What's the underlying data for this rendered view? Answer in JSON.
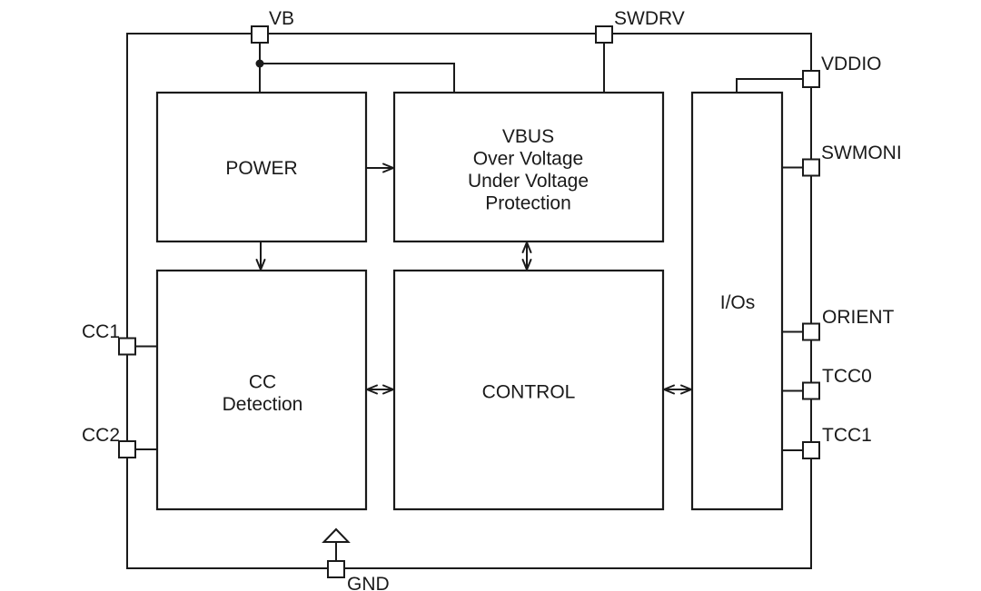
{
  "blocks": {
    "power": {
      "label": "POWER"
    },
    "vbus_protection": {
      "line1": "VBUS",
      "line2": "Over Voltage",
      "line3": "Under Voltage",
      "line4": "Protection"
    },
    "cc_detection": {
      "line1": "CC",
      "line2": "Detection"
    },
    "control": {
      "label": "CONTROL"
    },
    "ios": {
      "label": "I/Os"
    }
  },
  "pins": {
    "vb": {
      "label": "VB"
    },
    "swdrv": {
      "label": "SWDRV"
    },
    "vddio": {
      "label": "VDDIO"
    },
    "swmoni": {
      "label": "SWMONI"
    },
    "orient": {
      "label": "ORIENT"
    },
    "tcc0": {
      "label": "TCC0"
    },
    "tcc1": {
      "label": "TCC1"
    },
    "cc1": {
      "label": "CC1"
    },
    "cc2": {
      "label": "CC2"
    },
    "gnd": {
      "label": "GND"
    }
  },
  "colors": {
    "line": "#1a1a1a",
    "text": "#1a1a1a",
    "background": "#ffffff"
  }
}
